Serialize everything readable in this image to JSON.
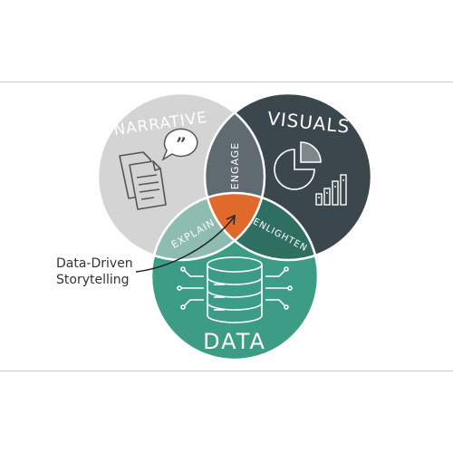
{
  "diagram": {
    "sets": [
      {
        "label": "NARRATIVE",
        "color": "#d4d4d4",
        "text_color": "#444444"
      },
      {
        "label": "VISUALS",
        "color": "#3b474c",
        "text_color": "#ffffff"
      },
      {
        "label": "DATA",
        "color": "#3d9c86",
        "text_color": "#ffffff"
      }
    ],
    "overlaps": {
      "narrative_visuals": "ENGAGE",
      "narrative_data": "EXPLAIN",
      "visuals_data": "ENLIGHTEN"
    },
    "center": {
      "color": "#e06a2c"
    },
    "annotation": {
      "line1": "Data-Driven",
      "line2": "Storytelling"
    },
    "colors": {
      "overlap_narrative_visuals": "#5f6b70",
      "overlap_narrative_data": "#8fbcb1",
      "overlap_visuals_data": "#2f6f62",
      "icon_dark": "#555555",
      "icon_light": "#ffffff"
    },
    "icons": [
      "documents-icon",
      "quote-bubble-icon",
      "pie-chart-icon",
      "bar-chart-icon",
      "database-icon"
    ]
  }
}
